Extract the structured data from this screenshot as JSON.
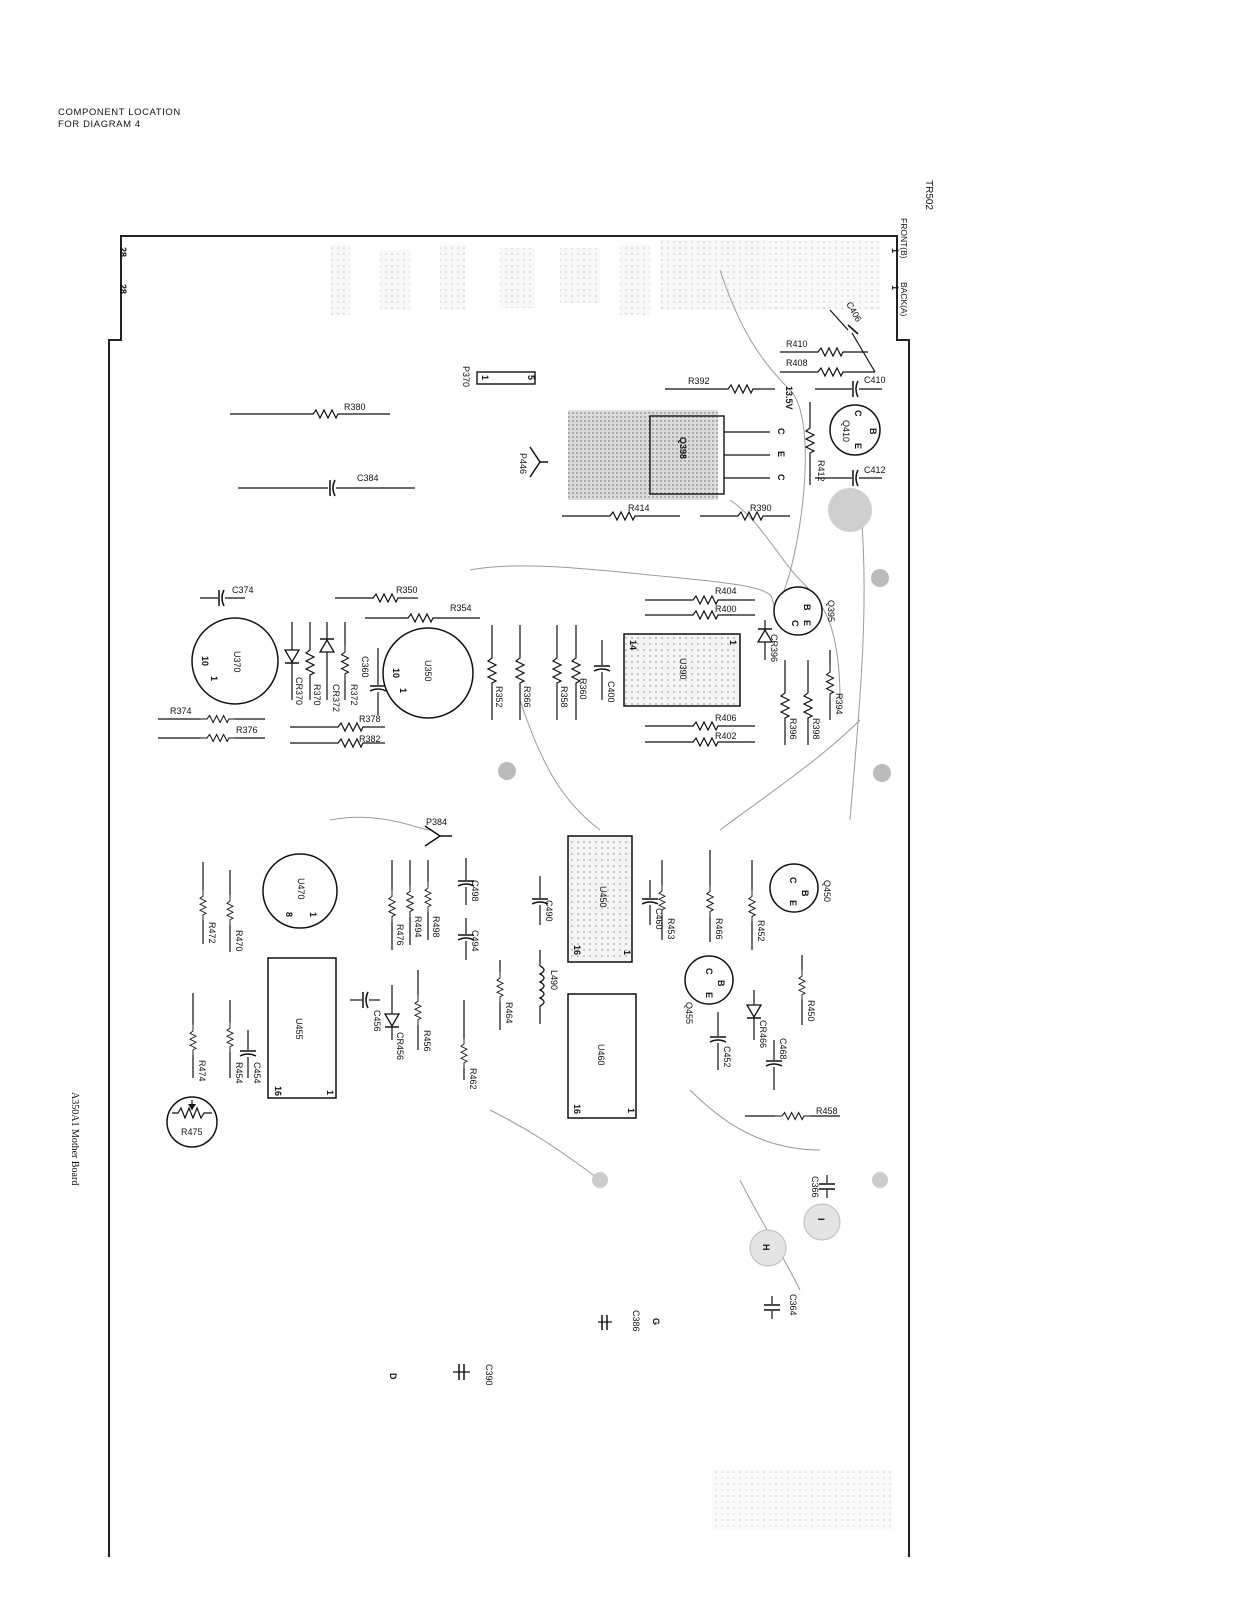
{
  "header": {
    "line1": "COMPONENT LOCATION",
    "line2": "FOR DIAGRAM 4"
  },
  "edge": {
    "tr_label": "TR502",
    "front_label": "FRONT(B)",
    "back_label": "BACK(A)",
    "pin_1": "1",
    "pin_28": "28"
  },
  "board_name": "A350A1  Mother Board",
  "resistors": {
    "R380": "R380",
    "R392": "R392",
    "R410": "R410",
    "R408": "R408",
    "R412": "R412",
    "R414": "R414",
    "R390": "R390",
    "R350": "R350",
    "R354": "R354",
    "R404": "R404",
    "R400": "R400",
    "R406": "R406",
    "R402": "R402",
    "R394": "R394",
    "R396": "R396",
    "R398": "R398",
    "R352": "R352",
    "R366": "R366",
    "R358": "R358",
    "R360": "R360",
    "R370": "R370",
    "R372": "R372",
    "R374": "R374",
    "R376": "R376",
    "R378": "R378",
    "R382": "R382",
    "R472": "R472",
    "R470": "R470",
    "R474": "R474",
    "R454": "R454",
    "R476": "R476",
    "R494": "R494",
    "R498": "R498",
    "R456": "R456",
    "R462": "R462",
    "R464": "R464",
    "R453": "R453",
    "R466": "R466",
    "R452": "R452",
    "R450": "R450",
    "R458": "R458",
    "R475": "R475"
  },
  "capacitors": {
    "C384": "C384",
    "C406": "C406",
    "C410": "C410",
    "C412": "C412",
    "C374": "C374",
    "C360": "C360",
    "C400": "C400",
    "C498": "C498",
    "C494": "C494",
    "C490": "C490",
    "C460": "C460",
    "C456": "C456",
    "C454": "C454",
    "C452": "C452",
    "C468": "C468",
    "C366": "C366",
    "C364": "C364",
    "C386": "C386",
    "C390": "C390"
  },
  "diodes": {
    "CR370": "CR370",
    "CR372": "CR372",
    "CR396": "CR396",
    "CR456": "CR456",
    "CR466": "CR466"
  },
  "chips": {
    "U370": "U370",
    "U350": "U350",
    "U390": "U390",
    "U470": "U470",
    "U450": "U450",
    "U455": "U455",
    "U460": "U460",
    "Q398": "Q398"
  },
  "transistors": {
    "Q410": "Q410",
    "Q395": "Q395",
    "Q450": "Q450",
    "Q455": "Q455"
  },
  "misc": {
    "P370": "P370",
    "P446": "P446",
    "P384": "P384",
    "L490": "L490",
    "v135": "13.5V",
    "G": "G",
    "D": "D",
    "H": "H",
    "I": "I",
    "pin1": "1",
    "pin5": "5",
    "pin10": "10",
    "pin14": "14",
    "pin16": "16",
    "pin8": "8",
    "C": "C",
    "B": "B",
    "E": "E"
  }
}
